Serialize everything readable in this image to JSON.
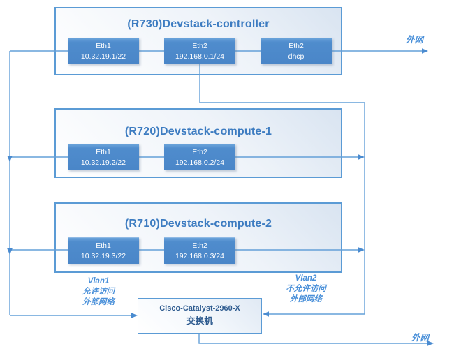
{
  "colors": {
    "accent_blue": "#5b9bd5",
    "eth_fill": "#4a86c8",
    "title_text": "#3d7cc1",
    "handwriting_label": "#4a90d9",
    "switch_text": "#2e5b8f",
    "wire": "#64a0d8"
  },
  "nodes": [
    {
      "title": "(R730)Devstack-controller",
      "eths": [
        {
          "label": "Eth1",
          "detail": "10.32.19.1/22"
        },
        {
          "label": "Eth2",
          "detail": "192.168.0.1/24"
        },
        {
          "label": "Eth2",
          "detail": "dhcp"
        }
      ]
    },
    {
      "title": "(R720)Devstack-compute-1",
      "eths": [
        {
          "label": "Eth1",
          "detail": "10.32.19.2/22"
        },
        {
          "label": "Eth2",
          "detail": "192.168.0.2/24"
        }
      ]
    },
    {
      "title": "(R710)Devstack-compute-2",
      "eths": [
        {
          "label": "Eth1",
          "detail": "10.32.19.3/22"
        },
        {
          "label": "Eth2",
          "detail": "192.168.0.3/24"
        }
      ]
    }
  ],
  "switch": {
    "model": "Cisco-Catalyst-2960-X",
    "name": "交换机"
  },
  "labels": {
    "vlan1": [
      "Vlan1",
      "允许访问",
      "外部网络"
    ],
    "vlan2": [
      "Vlan2",
      "不允许访问",
      "外部网络"
    ],
    "external_top": "外网",
    "external_bottom": "外网"
  }
}
